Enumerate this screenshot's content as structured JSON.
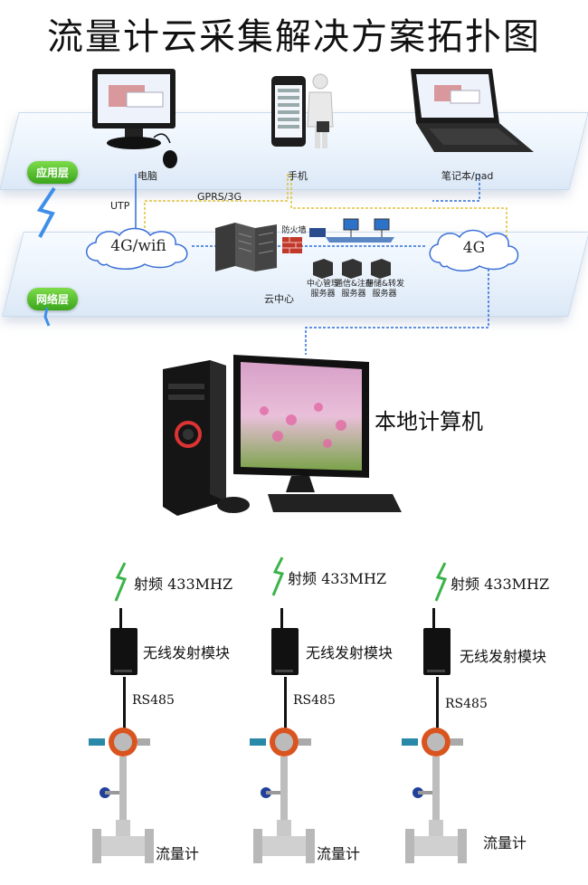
{
  "title": "流量计云采集解决方案拓扑图",
  "application_layer": {
    "badge": "应用层",
    "devices": [
      "电脑",
      "手机",
      "笔记本/pad"
    ]
  },
  "links": {
    "utp": "UTP",
    "gprs": "GPRS/3G"
  },
  "network_layer": {
    "badge": "网络层",
    "cloud_left": "4G/wifi",
    "cloud_right": "4G",
    "firewall": "防火墙",
    "cloud_center": "云中心",
    "servers": [
      "中心管理\n服务器",
      "通信&注册\n服务器",
      "存储&转发\n服务器"
    ]
  },
  "local_computer": "本地计算机",
  "field_units": [
    {
      "rf": "射频 433MHZ",
      "module": "无线发射模块",
      "bus": "RS485",
      "meter": "流量计"
    },
    {
      "rf": "射频 433MHZ",
      "module": "无线发射模块",
      "bus": "RS485",
      "meter": "流量计"
    },
    {
      "rf": "射频 433MHZ",
      "module": "无线发射模块",
      "bus": "RS485",
      "meter": "流量计"
    }
  ],
  "colors": {
    "badge_green": "#3aa51c",
    "link_blue": "#2f6fd6",
    "link_yellow": "#e0c23a",
    "lightning": "#3f8fe8",
    "antenna_green": "#3bb34a"
  }
}
